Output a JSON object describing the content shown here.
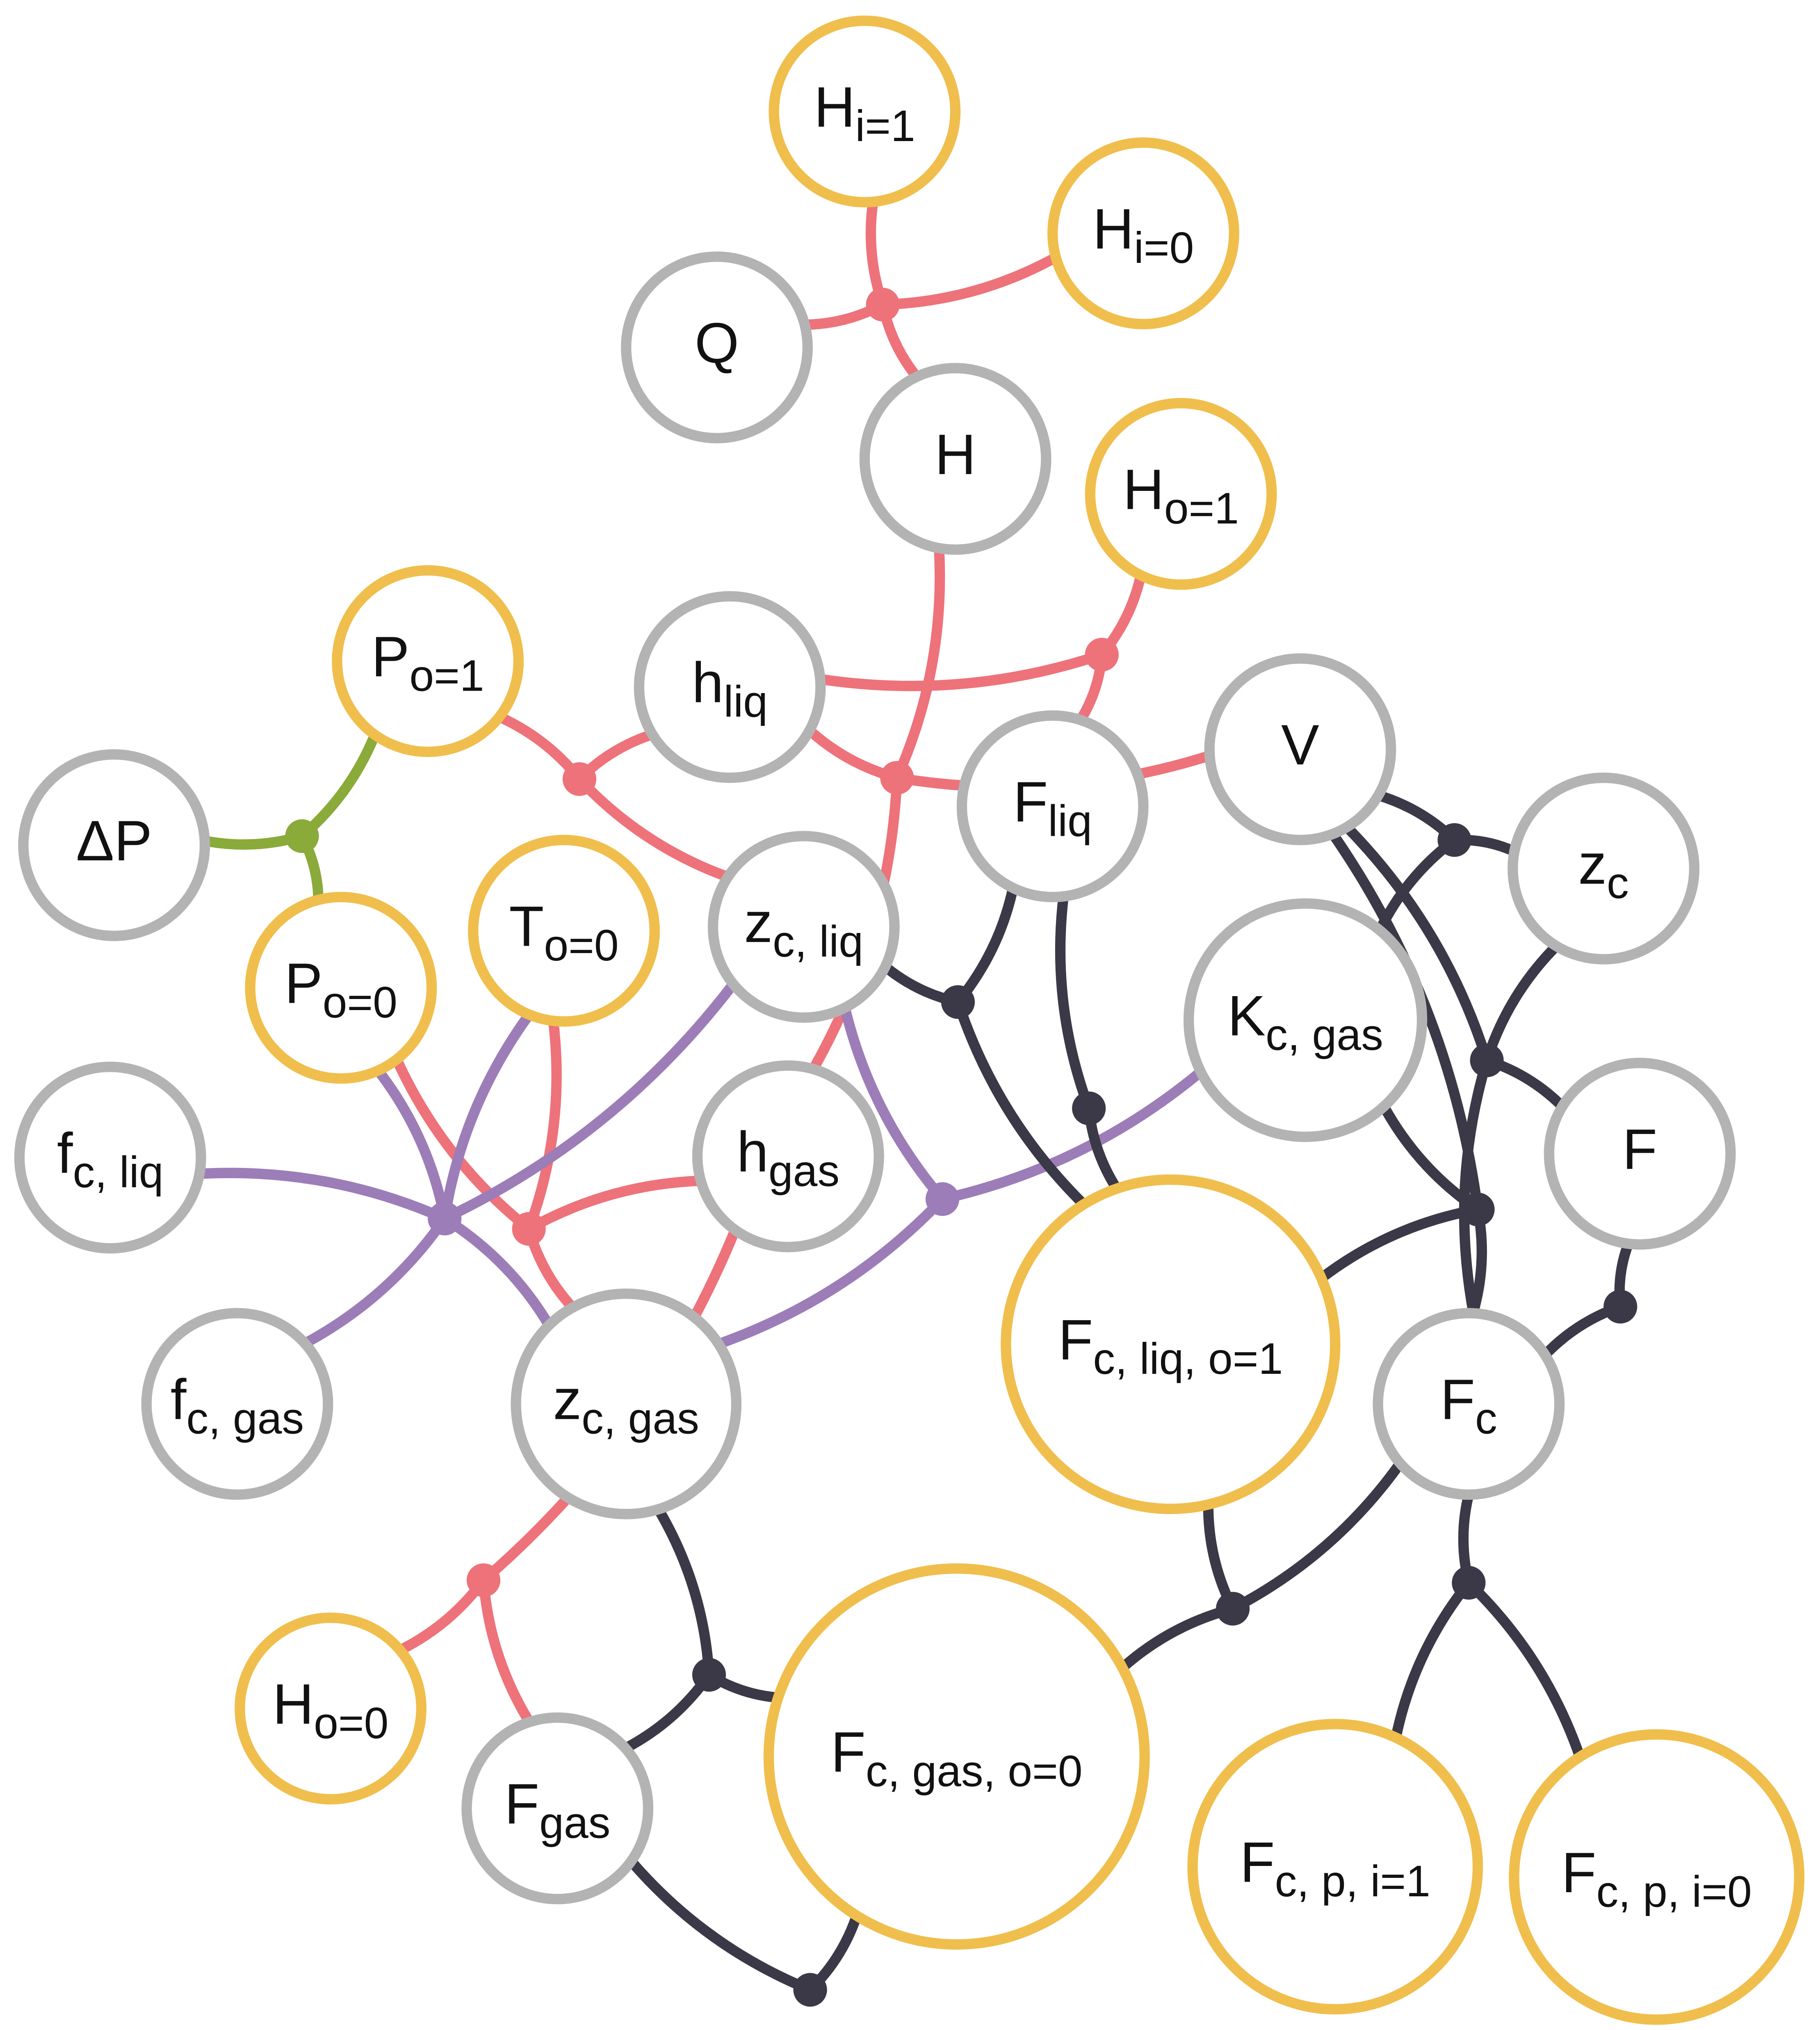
{
  "colors": {
    "input_node": "#F0BE4C",
    "computed_node": "#B3B3B3",
    "energy_edge": "#EE727A",
    "pressure_edge": "#8AAA3A",
    "equilibrium_edge": "#9C7DB8",
    "material_edge": "#3B3847"
  },
  "nodes": [
    {
      "id": "H_i1",
      "main": "H",
      "sub": "i=1",
      "kind": "input"
    },
    {
      "id": "H_i0",
      "main": "H",
      "sub": "i=0",
      "kind": "input"
    },
    {
      "id": "Q",
      "main": "Q",
      "sub": "",
      "kind": "computed"
    },
    {
      "id": "H",
      "main": "H",
      "sub": "",
      "kind": "computed"
    },
    {
      "id": "H_o1",
      "main": "H",
      "sub": "o=1",
      "kind": "input"
    },
    {
      "id": "P_o1",
      "main": "P",
      "sub": "o=1",
      "kind": "input"
    },
    {
      "id": "h_liq",
      "main": "h",
      "sub": "liq",
      "kind": "computed"
    },
    {
      "id": "V",
      "main": "V",
      "sub": "",
      "kind": "computed"
    },
    {
      "id": "F_liq",
      "main": "F",
      "sub": "liq",
      "kind": "computed"
    },
    {
      "id": "dP",
      "main": "ΔP",
      "sub": "",
      "kind": "computed"
    },
    {
      "id": "z_c",
      "main": "z",
      "sub": "c",
      "kind": "computed"
    },
    {
      "id": "T_o0",
      "main": "T",
      "sub": "o=0",
      "kind": "input"
    },
    {
      "id": "z_c_liq",
      "main": "z",
      "sub": "c, liq",
      "kind": "computed"
    },
    {
      "id": "P_o0",
      "main": "P",
      "sub": "o=0",
      "kind": "input"
    },
    {
      "id": "K_c_gas",
      "main": "K",
      "sub": "c, gas",
      "kind": "computed"
    },
    {
      "id": "f_c_liq",
      "main": "f",
      "sub": "c, liq",
      "kind": "computed"
    },
    {
      "id": "h_gas",
      "main": "h",
      "sub": "gas",
      "kind": "computed"
    },
    {
      "id": "F",
      "main": "F",
      "sub": "",
      "kind": "computed"
    },
    {
      "id": "F_c_liq_o1",
      "main": "F",
      "sub": "c, liq, o=1",
      "kind": "input"
    },
    {
      "id": "f_c_gas",
      "main": "f",
      "sub": "c, gas",
      "kind": "computed"
    },
    {
      "id": "z_c_gas",
      "main": "z",
      "sub": "c, gas",
      "kind": "computed"
    },
    {
      "id": "F_c",
      "main": "F",
      "sub": "c",
      "kind": "computed"
    },
    {
      "id": "F_c_gas_o0",
      "main": "F",
      "sub": "c, gas, o=0",
      "kind": "input"
    },
    {
      "id": "H_o0",
      "main": "H",
      "sub": "o=0",
      "kind": "input"
    },
    {
      "id": "F_gas",
      "main": "F",
      "sub": "gas",
      "kind": "computed"
    },
    {
      "id": "F_c_p_i1",
      "main": "F",
      "sub": "c, p, i=1",
      "kind": "input"
    },
    {
      "id": "F_c_p_i0",
      "main": "F",
      "sub": "c, p, i=0",
      "kind": "input"
    }
  ],
  "constraints": [
    {
      "id": "energy-balance-total",
      "type": "energy",
      "nodes": [
        "H_i1",
        "H_i0",
        "Q",
        "H"
      ]
    },
    {
      "id": "energy-balance-outlet",
      "type": "energy",
      "nodes": [
        "H",
        "h_liq",
        "V",
        "h_gas"
      ]
    },
    {
      "id": "liquid-enthalpy",
      "type": "energy",
      "nodes": [
        "h_liq",
        "H_o1",
        "F_liq"
      ]
    },
    {
      "id": "liquid-enthalpy-function",
      "type": "energy",
      "nodes": [
        "P_o1",
        "h_liq",
        "z_c_liq"
      ]
    },
    {
      "id": "gas-enthalpy-function",
      "type": "energy",
      "nodes": [
        "P_o0",
        "T_o0",
        "h_gas",
        "z_c_gas"
      ]
    },
    {
      "id": "gas-enthalpy",
      "type": "energy",
      "nodes": [
        "h_gas",
        "H_o0",
        "F_gas"
      ]
    },
    {
      "id": "pressure-drop",
      "type": "pressure",
      "nodes": [
        "dP",
        "P_o1",
        "P_o0"
      ]
    },
    {
      "id": "fugacity-equality",
      "type": "equilibrium",
      "nodes": [
        "f_c_liq",
        "f_c_gas",
        "z_c_liq",
        "T_o0",
        "P_o0",
        "z_c_gas"
      ]
    },
    {
      "id": "k-value",
      "type": "equilibrium",
      "nodes": [
        "z_c_liq",
        "K_c_gas",
        "z_c_gas"
      ]
    },
    {
      "id": "component-split",
      "type": "material",
      "nodes": [
        "V",
        "z_c",
        "K_c_gas"
      ]
    },
    {
      "id": "component-feed",
      "type": "material",
      "nodes": [
        "z_c",
        "V",
        "F",
        "F_c"
      ]
    },
    {
      "id": "liquid-component-flow",
      "type": "material",
      "nodes": [
        "F_liq",
        "z_c_liq",
        "F_c_liq_o1"
      ]
    },
    {
      "id": "liquid-total-flow",
      "type": "material",
      "nodes": [
        "F_liq",
        "F_c_liq_o1"
      ]
    },
    {
      "id": "vapor-balance",
      "type": "material",
      "nodes": [
        "V",
        "K_c_gas",
        "F_c_liq_o1",
        "F_c"
      ]
    },
    {
      "id": "feed-total",
      "type": "material",
      "nodes": [
        "F",
        "F_c"
      ]
    },
    {
      "id": "component-mass-balance",
      "type": "material",
      "nodes": [
        "F_c",
        "F_c_liq_o1",
        "F_c_gas_o0"
      ]
    },
    {
      "id": "feed-mixing",
      "type": "material",
      "nodes": [
        "F_c",
        "F_c_p_i1",
        "F_c_p_i0"
      ]
    },
    {
      "id": "gas-component-flow",
      "type": "material",
      "nodes": [
        "z_c_gas",
        "F_gas",
        "F_c_gas_o0"
      ]
    },
    {
      "id": "gas-total-flow",
      "type": "material",
      "nodes": [
        "F_gas",
        "F_c_gas_o0"
      ]
    }
  ]
}
